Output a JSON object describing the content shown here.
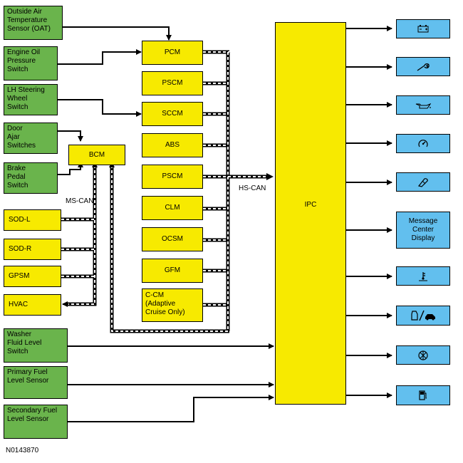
{
  "inputs": {
    "oat": "Outside Air\nTemperature\nSensor (OAT)",
    "engine_oil": "Engine Oil\nPressure\nSwitch",
    "lh_steering": "LH Steering\nWheel\nSwitch",
    "door_ajar": "Door\nAjar\nSwitches",
    "brake_pedal": "Brake\nPedal\nSwitch",
    "washer_fluid": "Washer\nFluid Level\nSwitch",
    "primary_fuel": "Primary Fuel\nLevel Sensor",
    "secondary_fuel": "Secondary Fuel\nLevel Sensor"
  },
  "modules": {
    "pcm": "PCM",
    "pscm_top": "PSCM",
    "sccm": "SCCM",
    "abs": "ABS",
    "pscm_bottom": "PSCM",
    "clm": "CLM",
    "ocsm": "OCSM",
    "gfm": "GFM",
    "ccm": "C-CM\n(Adaptive\nCruise Only)",
    "bcm": "BCM",
    "sod_l": "SOD-L",
    "sod_r": "SOD-R",
    "gpsm": "GPSM",
    "hvac": "HVAC",
    "ipc": "IPC"
  },
  "labels": {
    "ms_can": "MS-CAN",
    "hs_can": "HS-CAN",
    "figure_id": "N0143870"
  },
  "outputs": {
    "battery": "battery-icon",
    "wrench": "wrench-icon",
    "oil": "oil-can-icon",
    "cruise": "cruise-control-icon",
    "washer": "washer-fluid-icon",
    "message_center": "Message\nCenter\nDisplay",
    "coolant": "coolant-temperature-icon",
    "door_ajar": "door-ajar-icon",
    "airbag": "seatbelt-icon",
    "fuel": "fuel-pump-icon"
  },
  "colors": {
    "green": "#6ab44c",
    "yellow": "#f7ea00",
    "blue": "#62bfee"
  }
}
